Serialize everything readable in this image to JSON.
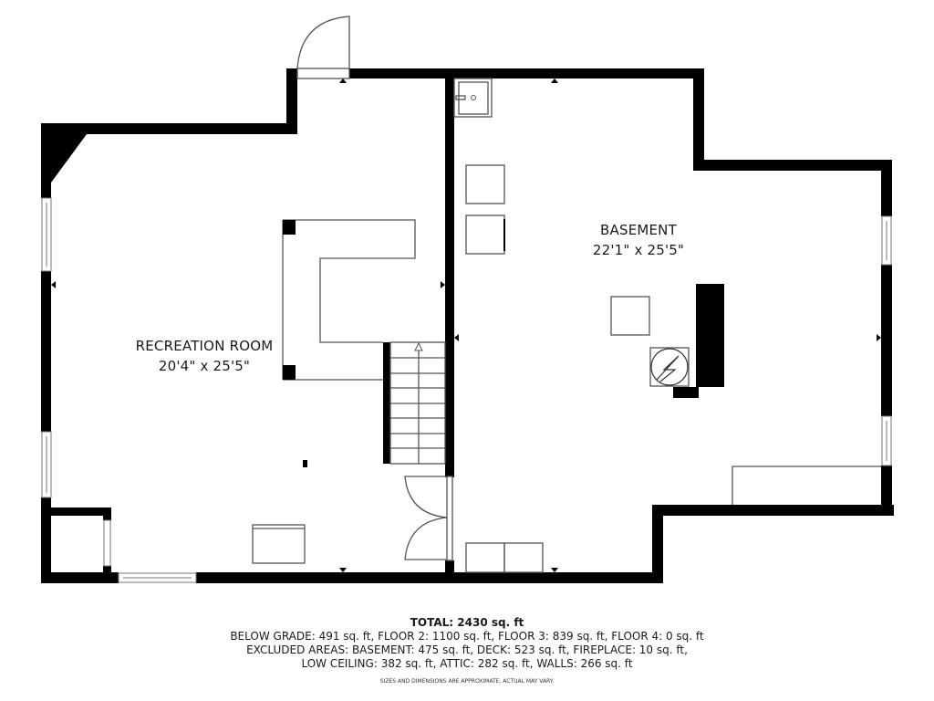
{
  "rooms": [
    {
      "name": "RECREATION ROOM",
      "dimensions": "20'4\" x 25'5\""
    },
    {
      "name": "BASEMENT",
      "dimensions": "22'1\" x 25'5\""
    }
  ],
  "legend": {
    "total": "TOTAL: 2430 sq. ft",
    "line1": "BELOW GRADE: 491 sq. ft, FLOOR 2: 1100 sq. ft, FLOOR 3: 839 sq. ft, FLOOR 4: 0 sq. ft",
    "line2": "EXCLUDED AREAS: BASEMENT: 475 sq. ft, DECK: 523 sq. ft, FIREPLACE: 10 sq. ft,",
    "line3": "LOW CEILING: 382 sq. ft, ATTIC: 282 sq. ft, WALLS: 266 sq. ft",
    "disclaimer": "SIZES AND DIMENSIONS ARE APPROXIMATE, ACTUAL MAY VARY."
  },
  "colors": {
    "wall": "#000000",
    "background": "#ffffff",
    "fixture_stroke": "#555555"
  },
  "icons": {
    "stairs": "stairs-up-arrow-icon",
    "water_heater": "water-heater-icon",
    "sink": "utility-sink-icon"
  }
}
